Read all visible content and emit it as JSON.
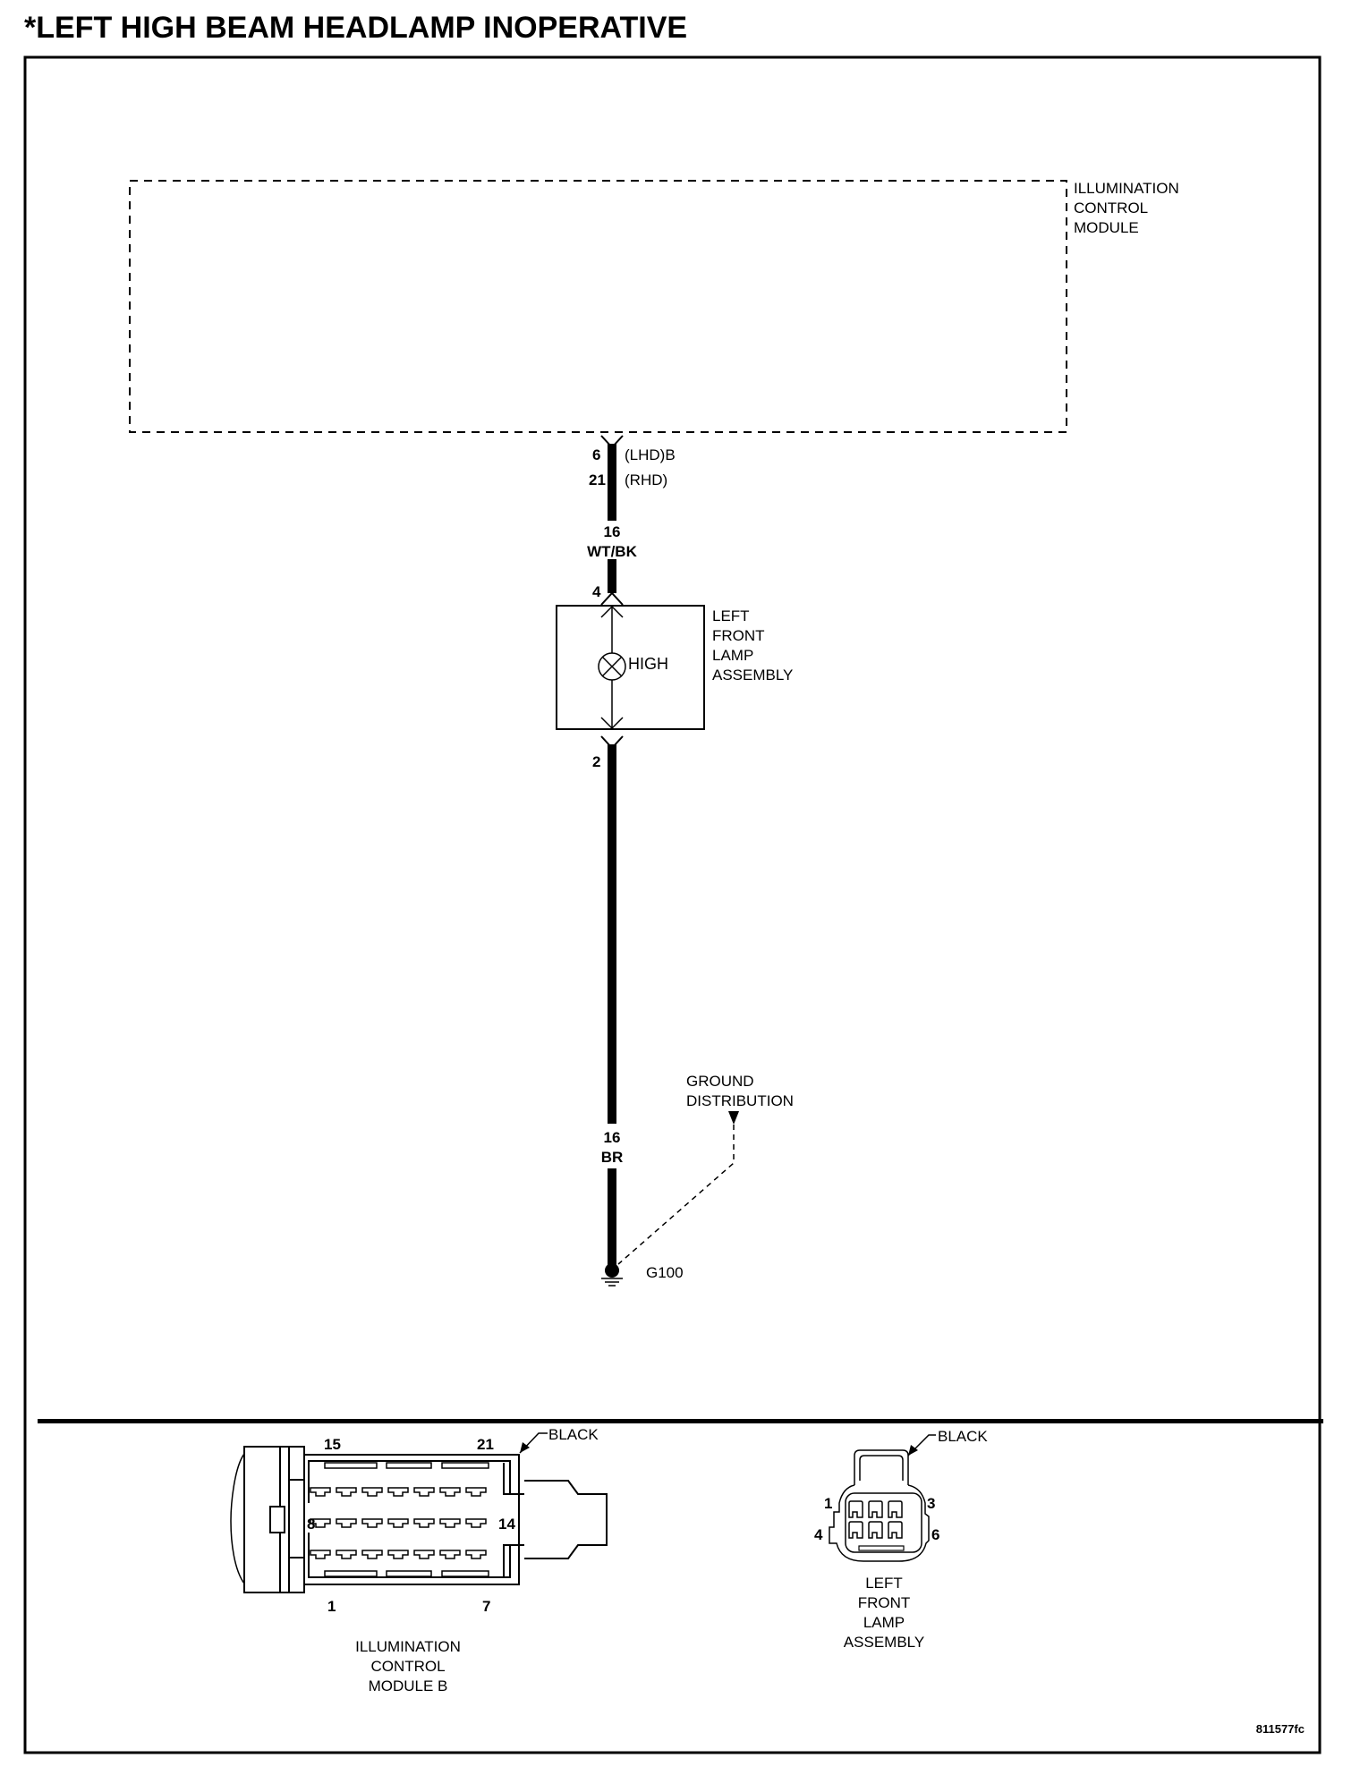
{
  "title": "*LEFT HIGH BEAM HEADLAMP INOPERATIVE",
  "schematic": {
    "module": {
      "name_lines": [
        "ILLUMINATION",
        "CONTROL",
        "MODULE"
      ],
      "pin_lhd": "6",
      "pin_lhd_note": "(LHD)B",
      "pin_rhd": "21",
      "pin_rhd_note": "(RHD)"
    },
    "wire_upper": {
      "gauge": "16",
      "color": "WT/BK"
    },
    "lamp": {
      "pin_in": "4",
      "pin_out": "2",
      "bulb_label": "HIGH",
      "name_lines": [
        "LEFT",
        "FRONT",
        "LAMP",
        "ASSEMBLY"
      ]
    },
    "wire_lower": {
      "gauge": "16",
      "color": "BR"
    },
    "ground_ref": {
      "lines": [
        "GROUND",
        "DISTRIBUTION"
      ]
    },
    "ground": {
      "id": "G100"
    }
  },
  "connectors": {
    "module_connector": {
      "color_label": "BLACK",
      "pin_labels": {
        "top_left": "15",
        "top_right": "21",
        "mid_left": "8",
        "mid_right": "14",
        "bottom_left": "1",
        "bottom_right": "7"
      },
      "name_lines": [
        "ILLUMINATION",
        "CONTROL",
        "MODULE B"
      ],
      "pin_count": 21
    },
    "lamp_connector": {
      "color_label": "BLACK",
      "pin_labels": {
        "top_left": "1",
        "top_right": "3",
        "bottom_left": "4",
        "bottom_right": "6"
      },
      "name_lines": [
        "LEFT",
        "FRONT",
        "LAMP",
        "ASSEMBLY"
      ],
      "pin_count": 6
    }
  },
  "figure_id": "811577fc"
}
